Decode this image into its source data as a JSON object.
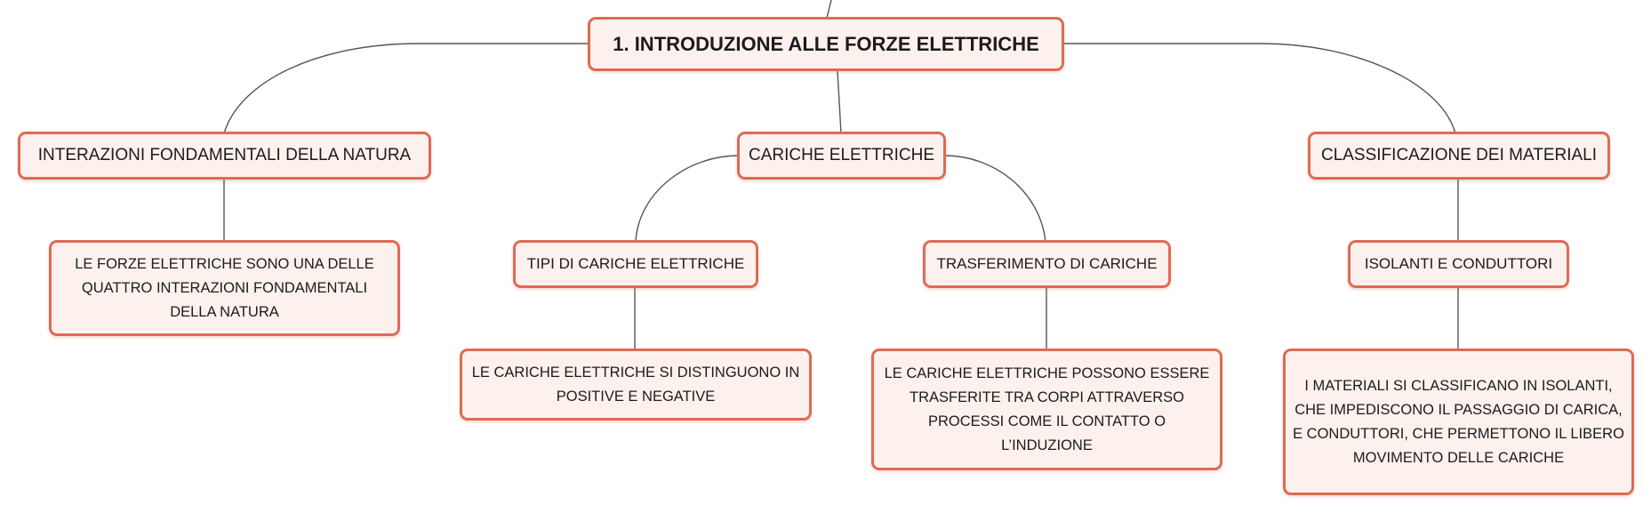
{
  "root": {
    "label": "1. INTRODUZIONE ALLE FORZE ELETTRICHE"
  },
  "branches": [
    {
      "label": "INTERAZIONI FONDAMENTALI DELLA NATURA",
      "child": "LE FORZE ELETTRICHE SONO UNA DELLE QUATTRO INTERAZIONI FONDAMENTALI DELLA NATURA"
    },
    {
      "label": "CARICHE ELETTRICHE",
      "children": [
        {
          "label": "TIPI DI CARICHE ELETTRICHE",
          "child": "LE CARICHE ELETTRICHE SI DISTINGUONO IN POSITIVE E NEGATIVE"
        },
        {
          "label": "TRASFERIMENTO DI CARICHE",
          "child": "LE CARICHE ELETTRICHE POSSONO ESSERE TRASFERITE TRA CORPI ATTRAVERSO PROCESSI COME IL CONTATTO O L’INDUZIONE"
        }
      ]
    },
    {
      "label": "CLASSIFICAZIONE DEI MATERIALI",
      "children": [
        {
          "label": "ISOLANTI E CONDUTTORI",
          "child": "I MATERIALI SI CLASSIFICANO IN ISOLANTI, CHE IMPEDISCONO IL PASSAGGIO DI CARICA, E CONDUTTORI, CHE PERMETTONO IL LIBERO MOVIMENTO DELLE CARICHE"
        }
      ]
    }
  ],
  "colors": {
    "border": "#e06a55",
    "fill": "#fdf1ee",
    "connector": "#555555",
    "text": "#1b1b1b"
  }
}
